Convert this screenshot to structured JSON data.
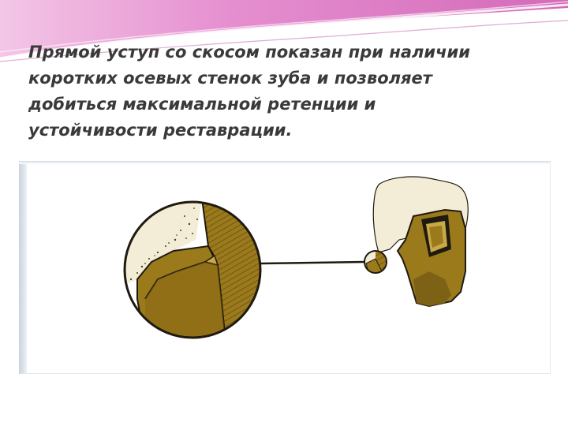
{
  "slide": {
    "caption_lines": [
      "Прямой уступ со скосом показан при наличии",
      "коротких осевых стенок зуба и позволяет",
      "добиться максимальной ретенции и",
      "устойчивости реставрации."
    ]
  },
  "theme": {
    "banner_pink": "#e07fc6",
    "banner_light": "#f6d3ec",
    "tooth_cream": "#f3ecd6",
    "restoration_gold": "#9b7a1c",
    "restoration_shadow": "#6e5512",
    "outline": "#1f1a10"
  },
  "figure": {
    "left_element": "magnified-circle",
    "right_element": "tooth-with-preparation"
  }
}
